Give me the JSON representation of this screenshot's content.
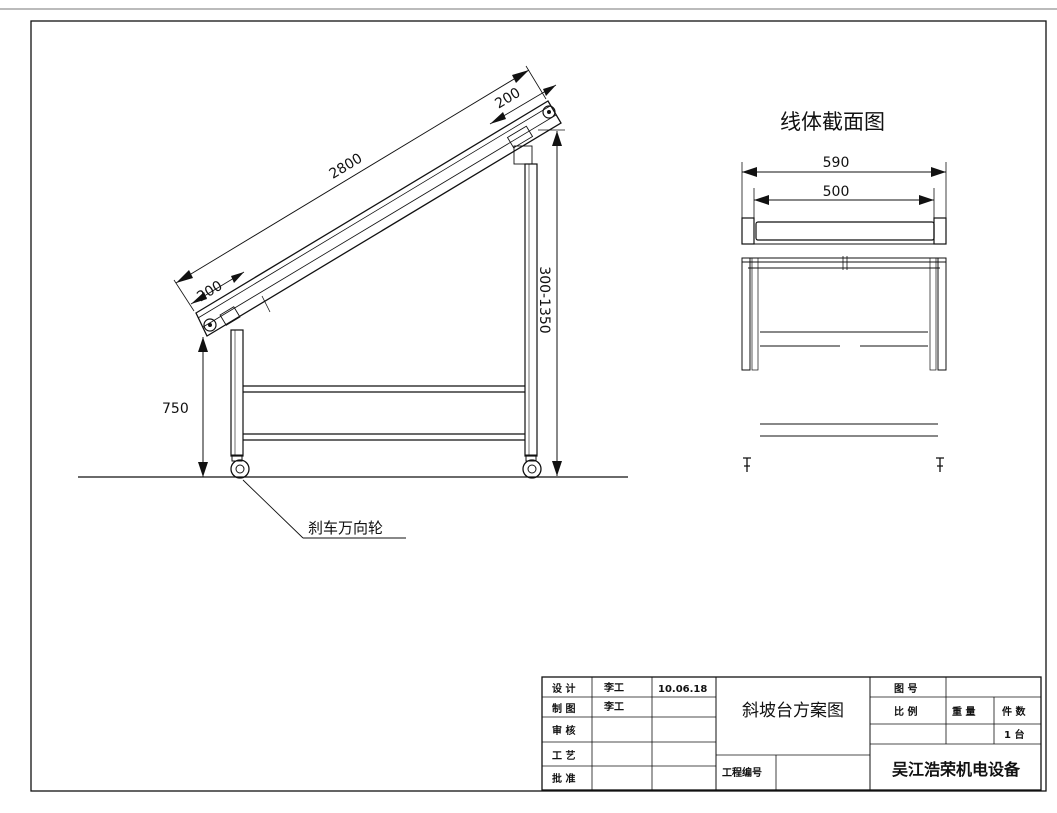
{
  "drawing": {
    "side_view": {
      "length_label": "2800",
      "top_end_label": "200",
      "bottom_end_label": "200",
      "height_label": "750",
      "adjust_height_label": "300-1350",
      "caster_callout": "刹车万向轮"
    },
    "section_view": {
      "title": "线体截面图",
      "outer_width_label": "590",
      "inner_width_label": "500"
    }
  },
  "title_block": {
    "rows": [
      {
        "role": "设 计",
        "name": "李工",
        "date": "10.06.18"
      },
      {
        "role": "制 图",
        "name": "李工",
        "date": ""
      },
      {
        "role": "审 核",
        "name": "",
        "date": ""
      },
      {
        "role": "工 艺",
        "name": "",
        "date": ""
      },
      {
        "role": "批 准",
        "name": "",
        "date": ""
      }
    ],
    "drawing_name": "斜坡台方案图",
    "project_no_label": "工程编号",
    "drawing_no_label": "图 号",
    "scale_label": "比 例",
    "weight_label": "重 量",
    "qty_label": "件 数",
    "qty_value": "1 台",
    "company": "吴江浩荣机电设备"
  }
}
